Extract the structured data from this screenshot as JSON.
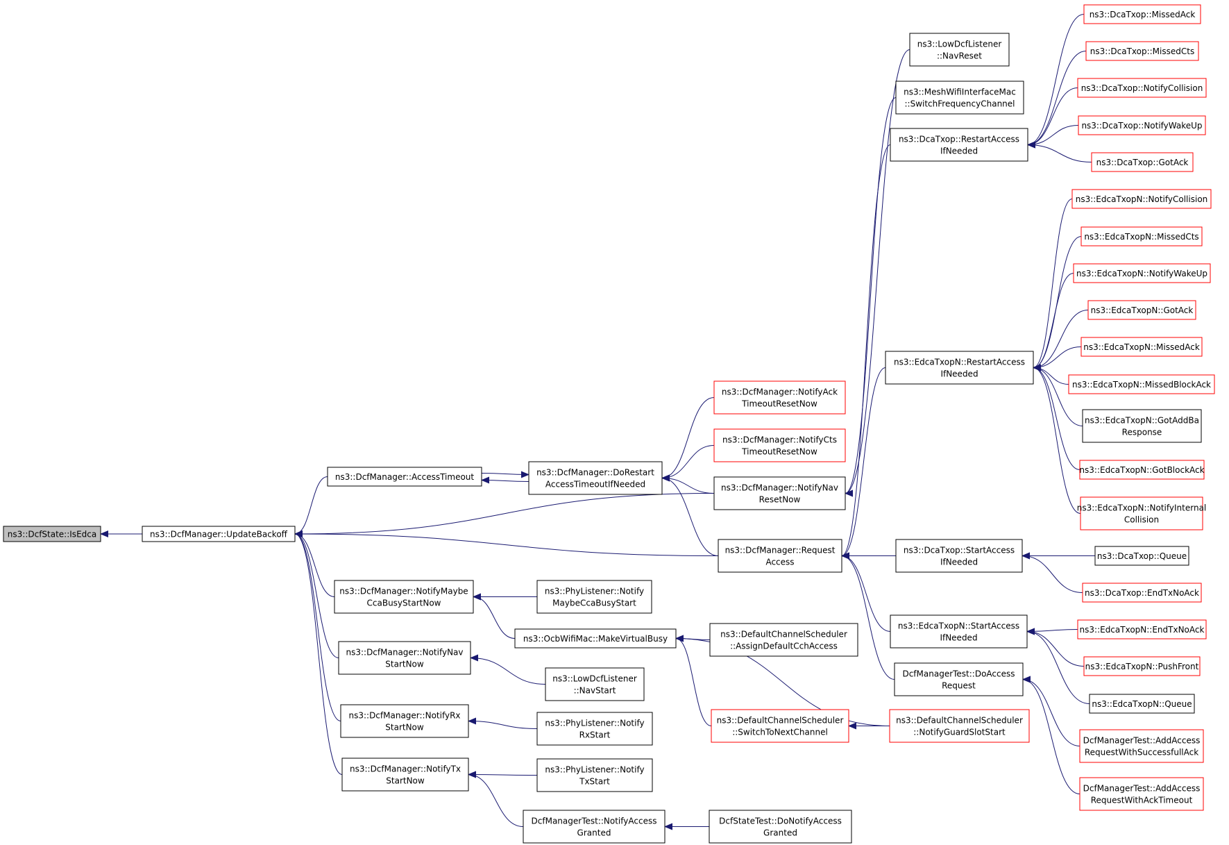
{
  "nodes": [
    {
      "id": "isedca",
      "lines": [
        "ns3::DcfState::IsEdca"
      ],
      "style": "root"
    },
    {
      "id": "updatebackoff",
      "lines": [
        "ns3::DcfManager::UpdateBackoff"
      ],
      "style": "normal"
    },
    {
      "id": "accesstimeout",
      "lines": [
        "ns3::DcfManager::AccessTimeout"
      ],
      "style": "normal"
    },
    {
      "id": "maybecca",
      "lines": [
        "ns3::DcfManager::NotifyMaybe",
        "CcaBusyStartNow"
      ],
      "style": "normal"
    },
    {
      "id": "navstartnow",
      "lines": [
        "ns3::DcfManager::NotifyNav",
        "StartNow"
      ],
      "style": "normal"
    },
    {
      "id": "rxstartnow",
      "lines": [
        "ns3::DcfManager::NotifyRx",
        "StartNow"
      ],
      "style": "normal"
    },
    {
      "id": "txstartnow",
      "lines": [
        "ns3::DcfManager::NotifyTx",
        "StartNow"
      ],
      "style": "normal"
    },
    {
      "id": "dorestart",
      "lines": [
        "ns3::DcfManager::DoRestart",
        "AccessTimeoutIfNeeded"
      ],
      "style": "normal"
    },
    {
      "id": "phymaybecca",
      "lines": [
        "ns3::PhyListener::Notify",
        "MaybeCcaBusyStart"
      ],
      "style": "normal"
    },
    {
      "id": "makevirtualbusy",
      "lines": [
        "ns3::OcbWifiMac::MakeVirtualBusy"
      ],
      "style": "normal"
    },
    {
      "id": "lownavstart",
      "lines": [
        "ns3::LowDcfListener",
        "::NavStart"
      ],
      "style": "normal"
    },
    {
      "id": "phyrxstart",
      "lines": [
        "ns3::PhyListener::Notify",
        "RxStart"
      ],
      "style": "normal"
    },
    {
      "id": "phytxstart",
      "lines": [
        "ns3::PhyListener::Notify",
        "TxStart"
      ],
      "style": "normal"
    },
    {
      "id": "testnotifygranted",
      "lines": [
        "DcfManagerTest::NotifyAccess",
        "Granted"
      ],
      "style": "normal"
    },
    {
      "id": "notifyacktimeout",
      "lines": [
        "ns3::DcfManager::NotifyAck",
        "TimeoutResetNow"
      ],
      "style": "red"
    },
    {
      "id": "notifyctstimeout",
      "lines": [
        "ns3::DcfManager::NotifyCts",
        "TimeoutResetNow"
      ],
      "style": "red"
    },
    {
      "id": "notifynavreset",
      "lines": [
        "ns3::DcfManager::NotifyNav",
        "ResetNow"
      ],
      "style": "normal"
    },
    {
      "id": "requestaccess",
      "lines": [
        "ns3::DcfManager::Request",
        "Access"
      ],
      "style": "normal"
    },
    {
      "id": "assigncch",
      "lines": [
        "ns3::DefaultChannelScheduler",
        "::AssignDefaultCchAccess"
      ],
      "style": "normal"
    },
    {
      "id": "switchnext",
      "lines": [
        "ns3::DefaultChannelScheduler",
        "::SwitchToNextChannel"
      ],
      "style": "red"
    },
    {
      "id": "statetestgranted",
      "lines": [
        "DcfStateTest::DoNotifyAccess",
        "Granted"
      ],
      "style": "normal"
    },
    {
      "id": "lownavreset",
      "lines": [
        "ns3::LowDcfListener",
        "::NavReset"
      ],
      "style": "normal"
    },
    {
      "id": "meshswitch",
      "lines": [
        "ns3::MeshWifiInterfaceMac",
        "::SwitchFrequencyChannel"
      ],
      "style": "normal"
    },
    {
      "id": "dcarestart",
      "lines": [
        "ns3::DcaTxop::RestartAccess",
        "IfNeeded"
      ],
      "style": "normal"
    },
    {
      "id": "edcarestart",
      "lines": [
        "ns3::EdcaTxopN::RestartAccess",
        "IfNeeded"
      ],
      "style": "normal"
    },
    {
      "id": "dcastart",
      "lines": [
        "ns3::DcaTxop::StartAccess",
        "IfNeeded"
      ],
      "style": "normal"
    },
    {
      "id": "edcastart",
      "lines": [
        "ns3::EdcaTxopN::StartAccess",
        "IfNeeded"
      ],
      "style": "normal"
    },
    {
      "id": "testdoaccess",
      "lines": [
        "DcfManagerTest::DoAccess",
        "Request"
      ],
      "style": "normal"
    },
    {
      "id": "guardslot",
      "lines": [
        "ns3::DefaultChannelScheduler",
        "::NotifyGuardSlotStart"
      ],
      "style": "red"
    },
    {
      "id": "dca_missedack",
      "lines": [
        "ns3::DcaTxop::MissedAck"
      ],
      "style": "red"
    },
    {
      "id": "dca_missedcts",
      "lines": [
        "ns3::DcaTxop::MissedCts"
      ],
      "style": "red"
    },
    {
      "id": "dca_notifycollision",
      "lines": [
        "ns3::DcaTxop::NotifyCollision"
      ],
      "style": "red"
    },
    {
      "id": "dca_notifywakeup",
      "lines": [
        "ns3::DcaTxop::NotifyWakeUp"
      ],
      "style": "red"
    },
    {
      "id": "dca_gotack",
      "lines": [
        "ns3::DcaTxop::GotAck"
      ],
      "style": "red"
    },
    {
      "id": "edca_notifycollision",
      "lines": [
        "ns3::EdcaTxopN::NotifyCollision"
      ],
      "style": "red"
    },
    {
      "id": "edca_missedcts",
      "lines": [
        "ns3::EdcaTxopN::MissedCts"
      ],
      "style": "red"
    },
    {
      "id": "edca_notifywakeup",
      "lines": [
        "ns3::EdcaTxopN::NotifyWakeUp"
      ],
      "style": "red"
    },
    {
      "id": "edca_gotack",
      "lines": [
        "ns3::EdcaTxopN::GotAck"
      ],
      "style": "red"
    },
    {
      "id": "edca_missedack",
      "lines": [
        "ns3::EdcaTxopN::MissedAck"
      ],
      "style": "red"
    },
    {
      "id": "edca_missedblockack",
      "lines": [
        "ns3::EdcaTxopN::MissedBlockAck"
      ],
      "style": "red"
    },
    {
      "id": "edca_gotaddba",
      "lines": [
        "ns3::EdcaTxopN::GotAddBa",
        "Response"
      ],
      "style": "normal"
    },
    {
      "id": "edca_gotblockack",
      "lines": [
        "ns3::EdcaTxopN::GotBlockAck"
      ],
      "style": "red"
    },
    {
      "id": "edca_notifyinternal",
      "lines": [
        "ns3::EdcaTxopN::NotifyInternal",
        "Collision"
      ],
      "style": "red"
    },
    {
      "id": "dca_queue",
      "lines": [
        "ns3::DcaTxop::Queue"
      ],
      "style": "normal"
    },
    {
      "id": "dca_endtxnoack",
      "lines": [
        "ns3::DcaTxop::EndTxNoAck"
      ],
      "style": "red"
    },
    {
      "id": "edca_endtxnoack",
      "lines": [
        "ns3::EdcaTxopN::EndTxNoAck"
      ],
      "style": "red"
    },
    {
      "id": "edca_pushfront",
      "lines": [
        "ns3::EdcaTxopN::PushFront"
      ],
      "style": "red"
    },
    {
      "id": "edca_queue",
      "lines": [
        "ns3::EdcaTxopN::Queue"
      ],
      "style": "normal"
    },
    {
      "id": "test_successack",
      "lines": [
        "DcfManagerTest::AddAccess",
        "RequestWithSuccessfullAck"
      ],
      "style": "red"
    },
    {
      "id": "test_acktimeout",
      "lines": [
        "DcfManagerTest::AddAccess",
        "RequestWithAckTimeout"
      ],
      "style": "red"
    }
  ],
  "edges": [
    {
      "from": "updatebackoff",
      "to": "isedca"
    },
    {
      "from": "accesstimeout",
      "to": "updatebackoff"
    },
    {
      "from": "maybecca",
      "to": "updatebackoff"
    },
    {
      "from": "navstartnow",
      "to": "updatebackoff"
    },
    {
      "from": "rxstartnow",
      "to": "updatebackoff"
    },
    {
      "from": "txstartnow",
      "to": "updatebackoff"
    },
    {
      "from": "notifynavreset",
      "to": "updatebackoff"
    },
    {
      "from": "requestaccess",
      "to": "updatebackoff"
    },
    {
      "from": "dorestart",
      "to": "accesstimeout"
    },
    {
      "from": "accesstimeout",
      "to": "dorestart"
    },
    {
      "from": "phymaybecca",
      "to": "maybecca"
    },
    {
      "from": "makevirtualbusy",
      "to": "maybecca"
    },
    {
      "from": "lownavstart",
      "to": "navstartnow"
    },
    {
      "from": "phyrxstart",
      "to": "rxstartnow"
    },
    {
      "from": "phytxstart",
      "to": "txstartnow"
    },
    {
      "from": "testnotifygranted",
      "to": "txstartnow"
    },
    {
      "from": "notifyacktimeout",
      "to": "dorestart"
    },
    {
      "from": "notifyctstimeout",
      "to": "dorestart"
    },
    {
      "from": "notifynavreset",
      "to": "dorestart"
    },
    {
      "from": "requestaccess",
      "to": "dorestart"
    },
    {
      "from": "assigncch",
      "to": "makevirtualbusy"
    },
    {
      "from": "switchnext",
      "to": "makevirtualbusy"
    },
    {
      "from": "guardslot",
      "to": "makevirtualbusy"
    },
    {
      "from": "statetestgranted",
      "to": "testnotifygranted"
    },
    {
      "from": "lownavreset",
      "to": "notifynavreset"
    },
    {
      "from": "meshswitch",
      "to": "notifynavreset"
    },
    {
      "from": "dcarestart",
      "to": "requestaccess"
    },
    {
      "from": "edcarestart",
      "to": "requestaccess"
    },
    {
      "from": "dcastart",
      "to": "requestaccess"
    },
    {
      "from": "edcastart",
      "to": "requestaccess"
    },
    {
      "from": "testdoaccess",
      "to": "requestaccess"
    },
    {
      "from": "guardslot",
      "to": "switchnext"
    },
    {
      "from": "dca_missedack",
      "to": "dcarestart"
    },
    {
      "from": "dca_missedcts",
      "to": "dcarestart"
    },
    {
      "from": "dca_notifycollision",
      "to": "dcarestart"
    },
    {
      "from": "dca_notifywakeup",
      "to": "dcarestart"
    },
    {
      "from": "dca_gotack",
      "to": "dcarestart"
    },
    {
      "from": "edca_notifycollision",
      "to": "edcarestart"
    },
    {
      "from": "edca_missedcts",
      "to": "edcarestart"
    },
    {
      "from": "edca_notifywakeup",
      "to": "edcarestart"
    },
    {
      "from": "edca_gotack",
      "to": "edcarestart"
    },
    {
      "from": "edca_missedack",
      "to": "edcarestart"
    },
    {
      "from": "edca_missedblockack",
      "to": "edcarestart"
    },
    {
      "from": "edca_gotaddba",
      "to": "edcarestart"
    },
    {
      "from": "edca_gotblockack",
      "to": "edcarestart"
    },
    {
      "from": "edca_notifyinternal",
      "to": "edcarestart"
    },
    {
      "from": "dca_queue",
      "to": "dcastart"
    },
    {
      "from": "dca_endtxnoack",
      "to": "dcastart"
    },
    {
      "from": "edca_endtxnoack",
      "to": "edcastart"
    },
    {
      "from": "edca_pushfront",
      "to": "edcastart"
    },
    {
      "from": "edca_queue",
      "to": "edcastart"
    },
    {
      "from": "test_successack",
      "to": "testdoaccess"
    },
    {
      "from": "test_acktimeout",
      "to": "testdoaccess"
    }
  ],
  "colors": {
    "edge": "#191970",
    "red_border": "#ff0000",
    "normal_border": "#000000",
    "root_fill": "#bfbfbf",
    "fill": "#ffffff"
  }
}
